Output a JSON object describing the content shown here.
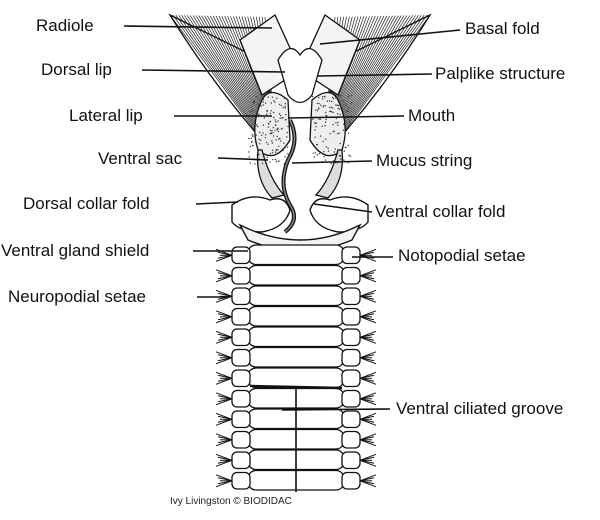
{
  "labels": {
    "radiole": "Radiole",
    "dorsal_lip": "Dorsal lip",
    "lateral_lip": "Lateral lip",
    "ventral_sac": "Ventral sac",
    "dorsal_collar_fold": "Dorsal collar fold",
    "ventral_gland_shield": "Ventral gland shield",
    "neuropodial_setae": "Neuropodial setae",
    "basal_fold": "Basal fold",
    "palplike_structure": "Palplike structure",
    "mouth": "Mouth",
    "mucus_string": "Mucus string",
    "ventral_collar_fold": "Ventral collar fold",
    "notopodial_setae": "Notopodial setae",
    "ventral_ciliated_groove": "Ventral ciliated groove"
  },
  "credit": "Ivy Livingston © BIODIDAC"
}
